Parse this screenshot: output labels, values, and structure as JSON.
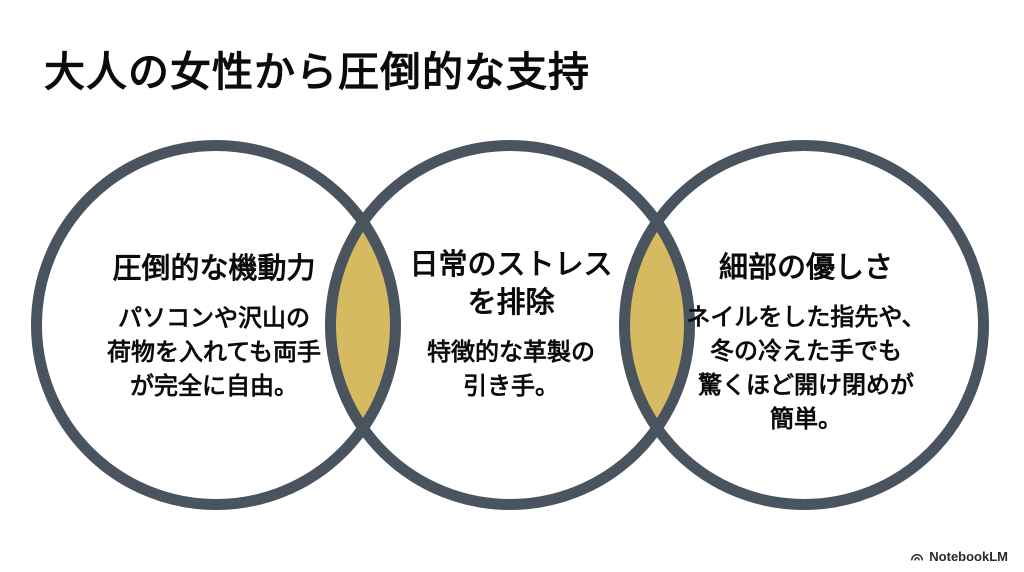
{
  "title": "大人の女性から圧倒的な支持",
  "diagram": {
    "type": "venn-3-circles",
    "colors": {
      "circle_stroke": "#49545f",
      "overlap_fill": "#d6ba61",
      "background": "#ffffff",
      "text": "#0b0b0b"
    },
    "circles": [
      {
        "heading": "圧倒的な機動力",
        "body": "パソコンや沢山の\n荷物を入れても両手\nが完全に自由。"
      },
      {
        "heading": "日常のストレス\nを排除",
        "body": "特徴的な革製の\n引き手。"
      },
      {
        "heading": "細部の優しさ",
        "body": "ネイルをした指先や、\n冬の冷えた手でも\n驚くほど開け閉めが\n簡単。"
      }
    ]
  },
  "footer": {
    "brand": "NotebookLM",
    "logo_icon": "notebooklm-arcs-icon"
  }
}
